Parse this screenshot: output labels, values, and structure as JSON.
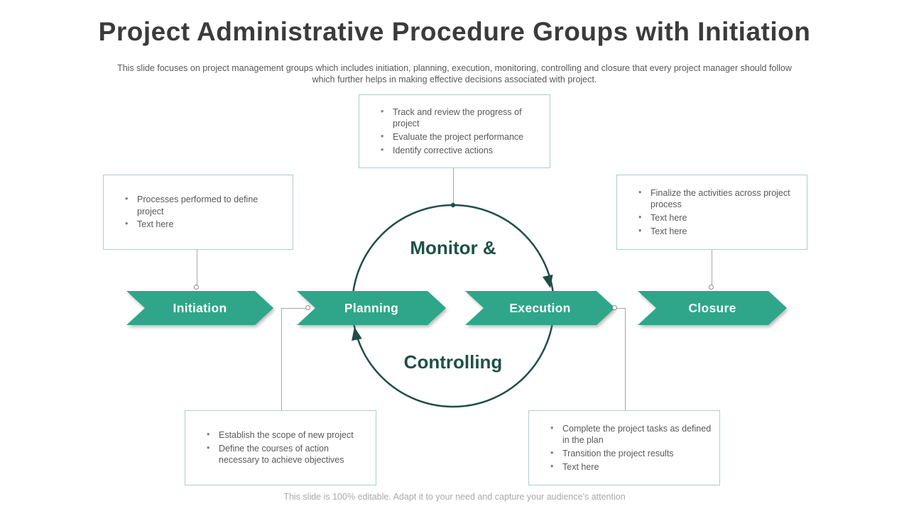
{
  "slide": {
    "title": "Project Administrative Procedure Groups with Initiation",
    "subtitle": "This slide focuses on project management groups which includes initiation, planning, execution, monitoring, controlling and closure that every project manager should follow which further helps in making effective decisions associated with project.",
    "footer": "This slide is 100% editable. Adapt it to your need and capture your audience’s attention"
  },
  "cycle": {
    "top_label": "Monitor &",
    "bottom_label": "Controlling"
  },
  "stages": [
    {
      "label": "Initiation"
    },
    {
      "label": "Planning"
    },
    {
      "label": "Execution"
    },
    {
      "label": "Closure"
    }
  ],
  "callouts": {
    "monitoring": {
      "items": [
        "Track and review the progress of project",
        "Evaluate the project performance",
        "Identify corrective actions"
      ]
    },
    "initiation": {
      "items": [
        "Processes performed to define project",
        "Text here"
      ]
    },
    "closure": {
      "items": [
        "Finalize the activities across project process",
        "Text here",
        "Text here"
      ]
    },
    "planning": {
      "items": [
        "Establish the scope of new project",
        "Define the courses of action necessary to achieve objectives"
      ]
    },
    "execution": {
      "items": [
        "Complete the project tasks as defined in the plan",
        "Transition the project results",
        "Text here"
      ]
    }
  },
  "colors": {
    "accent_green": "#2FA68A",
    "dark_teal": "#1F4E46",
    "box_border": "#A9CFCB",
    "text_gray": "#595959",
    "muted_gray": "#A6A6A6"
  }
}
